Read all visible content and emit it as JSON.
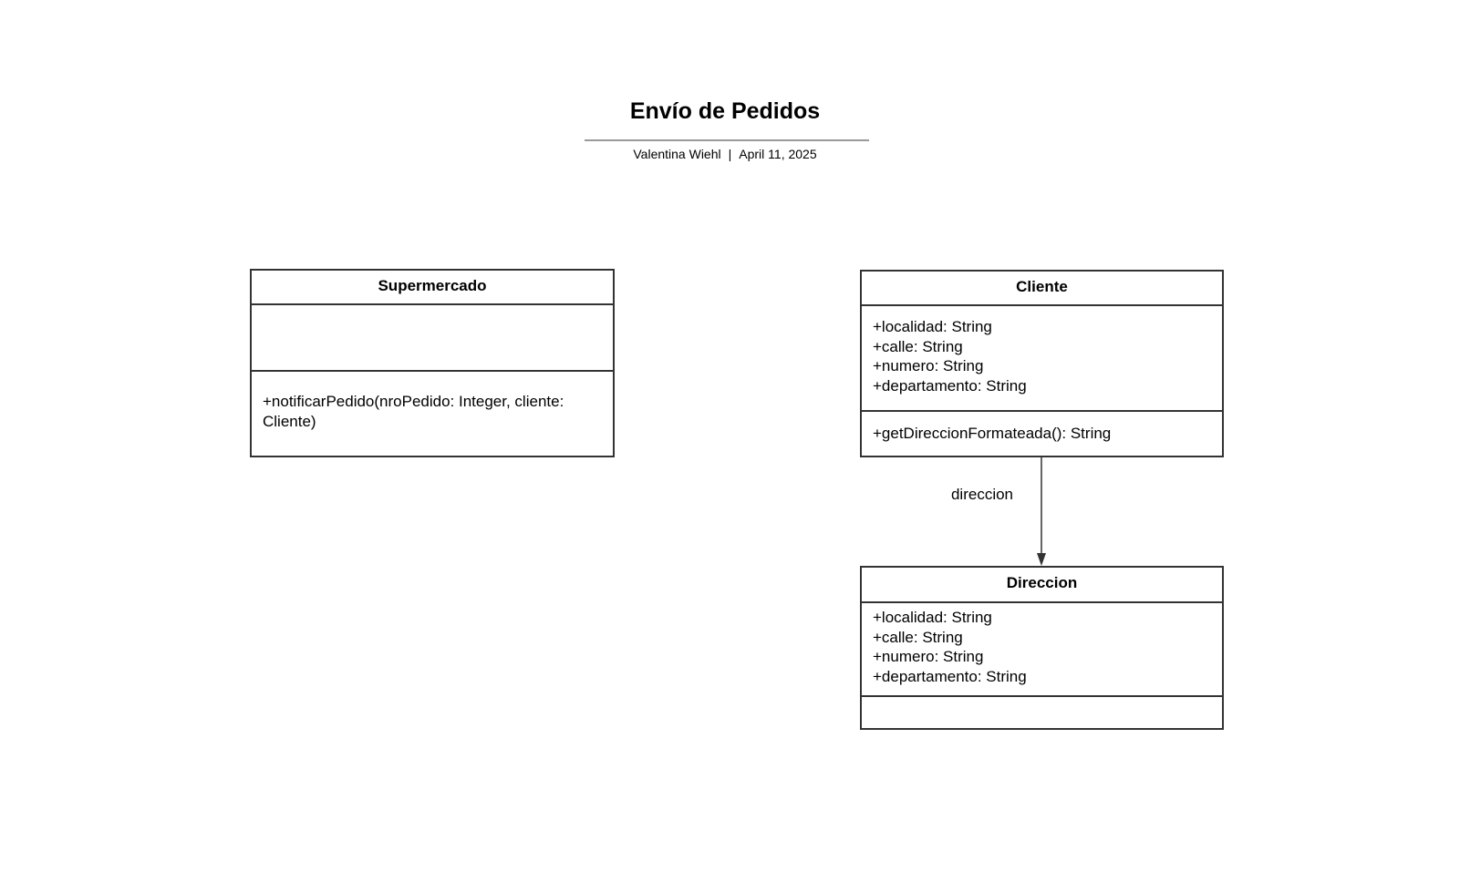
{
  "diagram": {
    "title": "Envío de Pedidos",
    "author": "Valentina Wiehl",
    "separator": "|",
    "date": "April 11, 2025"
  },
  "classes": {
    "supermercado": {
      "name": "Supermercado",
      "attributes": [],
      "operations": [
        "+notificarPedido(nroPedido: Integer, cliente: Cliente)"
      ]
    },
    "cliente": {
      "name": "Cliente",
      "attributes": [
        "+localidad: String",
        "+calle: String",
        "+numero: String",
        "+departamento: String"
      ],
      "operations": [
        "+getDireccionFormateada(): String"
      ]
    },
    "direccion": {
      "name": "Direccion",
      "attributes": [
        "+localidad: String",
        "+calle: String",
        "+numero: String",
        "+departamento: String"
      ],
      "operations": []
    }
  },
  "associations": [
    {
      "from": "Cliente",
      "to": "Direccion",
      "label": "direccion"
    }
  ],
  "colors": {
    "border": "#333333",
    "title_rule": "#9a9a9a",
    "background": "#ffffff"
  }
}
